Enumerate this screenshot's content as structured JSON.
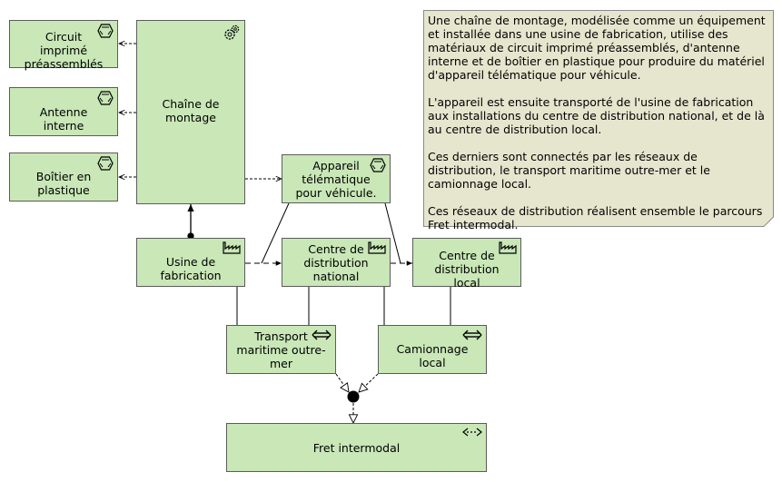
{
  "colors": {
    "element_fill": "#c9e7b7",
    "element_border": "#5c5c5c",
    "note_fill": "#e6e6cf",
    "line": "#000000"
  },
  "elements": {
    "circuit": {
      "label": "Circuit imprimé préassemblés",
      "icon": "material-icon"
    },
    "antenne": {
      "label": "Antenne interne",
      "icon": "material-icon"
    },
    "boitier": {
      "label": "Boîtier en plastique",
      "icon": "material-icon"
    },
    "chaine": {
      "label": "Chaîne de montage",
      "icon": "equipment-icon"
    },
    "appareil": {
      "label": "Appareil télématique pour véhicule.",
      "icon": "material-icon"
    },
    "usine": {
      "label": "Usine de fabrication",
      "icon": "facility-icon"
    },
    "centre_national": {
      "label": "Centre de distribution national",
      "icon": "facility-icon"
    },
    "centre_local": {
      "label": "Centre de distribution local",
      "icon": "facility-icon"
    },
    "transport": {
      "label": "Transport maritime outre-mer",
      "icon": "distribution-network-icon"
    },
    "camionnage": {
      "label": "Camionnage local",
      "icon": "distribution-network-icon"
    },
    "fret": {
      "label": "Fret intermodal",
      "icon": "path-icon"
    }
  },
  "note": {
    "paragraphs": [
      "Une chaîne de montage, modélisée comme un équipement et installée dans une usine de fabrication, utilise des matériaux de circuit imprimé préassemblés, d'antenne interne et de boîtier en plastique pour produire du matériel d'appareil télématique pour véhicule.",
      "L'appareil est ensuite transporté de l'usine de fabrication aux installations du centre de distribution national, et de là au centre de distribution local.",
      "Ces derniers sont connectés par les réseaux de distribution, le transport maritime outre-mer et le camionnage local.",
      "Ces réseaux de distribution réalisent ensemble le parcours Fret intermodal."
    ]
  }
}
